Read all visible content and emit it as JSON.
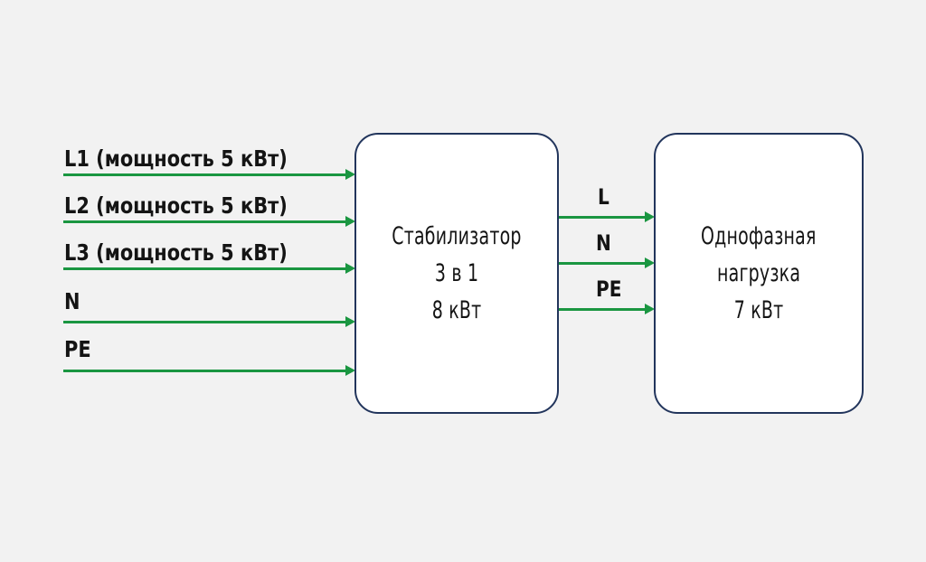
{
  "diagram": {
    "background_color": "#f2f2f2",
    "accent_green": "#1a9641",
    "box_border_color": "#22355c",
    "box_fill_color": "#ffffff",
    "text_color": "#141414",
    "nodes": [
      {
        "id": "stabilizer",
        "lines": [
          "Стабилизатор",
          "3 в 1",
          "8 кВт"
        ]
      },
      {
        "id": "load",
        "lines": [
          "Однофазная",
          "нагрузка",
          "7 кВт"
        ]
      }
    ],
    "input_wires": [
      {
        "label": "L1 (мощность 5 кВт)"
      },
      {
        "label": "L2 (мощность 5 кВт)"
      },
      {
        "label": "L3 (мощность 5 кВт)"
      },
      {
        "label": "N"
      },
      {
        "label": "PE"
      }
    ],
    "output_wires": [
      {
        "label": "L"
      },
      {
        "label": "N"
      },
      {
        "label": "PE"
      }
    ]
  }
}
